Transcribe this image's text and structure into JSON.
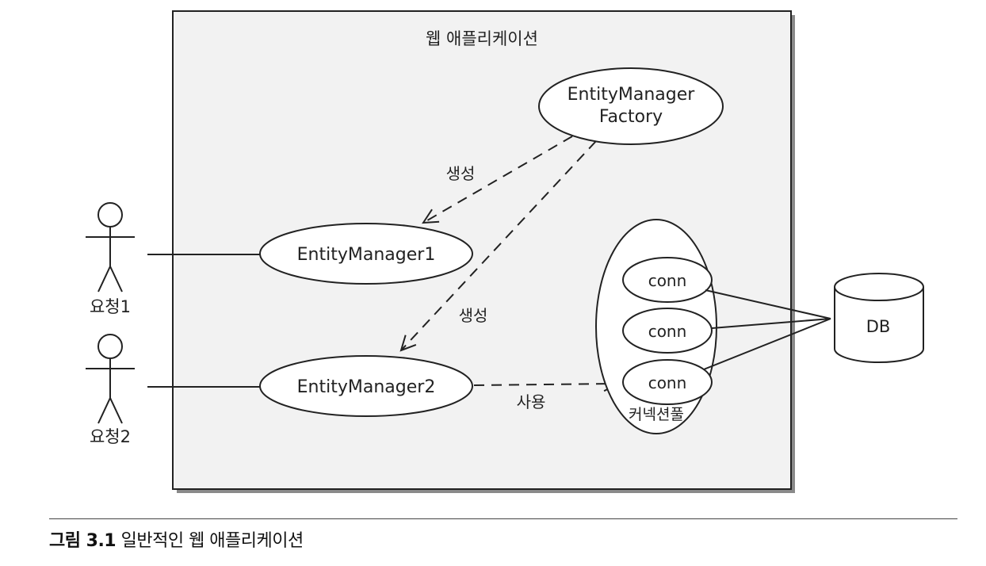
{
  "diagram": {
    "container_title": "웹 애플리케이션",
    "factory": {
      "line1": "EntityManager",
      "line2": "Factory"
    },
    "manager1": "EntityManager1",
    "manager2": "EntityManager2",
    "create_label_1": "생성",
    "create_label_2": "생성",
    "use_label": "사용",
    "conn_labels": [
      "conn",
      "conn",
      "conn"
    ],
    "pool_label": "커넥션풀",
    "db_label": "DB",
    "actor1": "요청1",
    "actor2": "요청2"
  },
  "caption": {
    "figure_number": "그림 3.1",
    "text": "일반적인 웹 애플리케이션"
  },
  "colors": {
    "container_fill": "#f2f2f2",
    "stroke": "#222222",
    "shadow": "#8a8a8a"
  }
}
